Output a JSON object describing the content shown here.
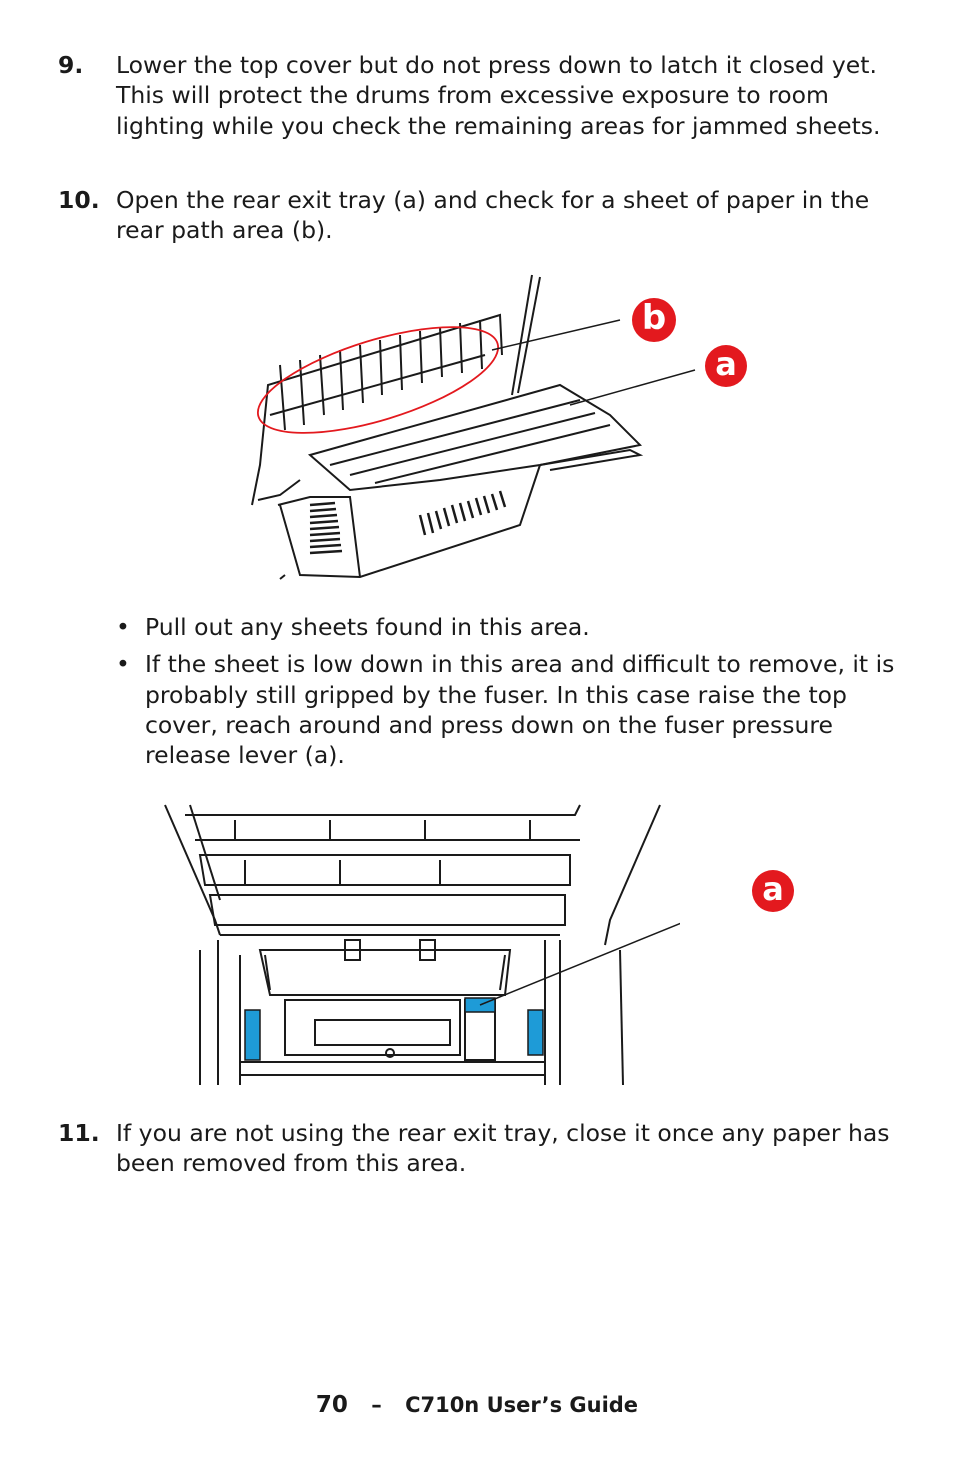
{
  "steps": {
    "s9": {
      "num": "9.",
      "text": "Lower the top cover but do not press down to latch it closed yet. This will protect the drums from excessive exposure to room lighting while you check the remaining areas for jammed sheets."
    },
    "s10": {
      "num": "10.",
      "text": "Open the rear exit tray (a) and check for a sheet of paper in the rear path area (b)."
    },
    "s11": {
      "num": "11.",
      "text": "If you are not using the rear exit tray, close it once any paper has been removed from this area."
    }
  },
  "bullets": [
    {
      "mark": "•",
      "text": "Pull out any sheets found in this area."
    },
    {
      "mark": "•",
      "text": "If the sheet is low down in this area and difficult to remove, it is probably still gripped by the fuser. In this case raise the top cover, reach around and press down on the fuser pressure release lever (a)."
    }
  ],
  "figure1": {
    "label_b": "b",
    "label_a": "a"
  },
  "figure2": {
    "label_a": "a"
  },
  "footer": {
    "page": "70",
    "dash": "–",
    "title": "C710n User’s Guide"
  },
  "colors": {
    "callout_red": "#e3191e",
    "lever_blue": "#1e9bd7",
    "line": "#1a1a1a"
  }
}
